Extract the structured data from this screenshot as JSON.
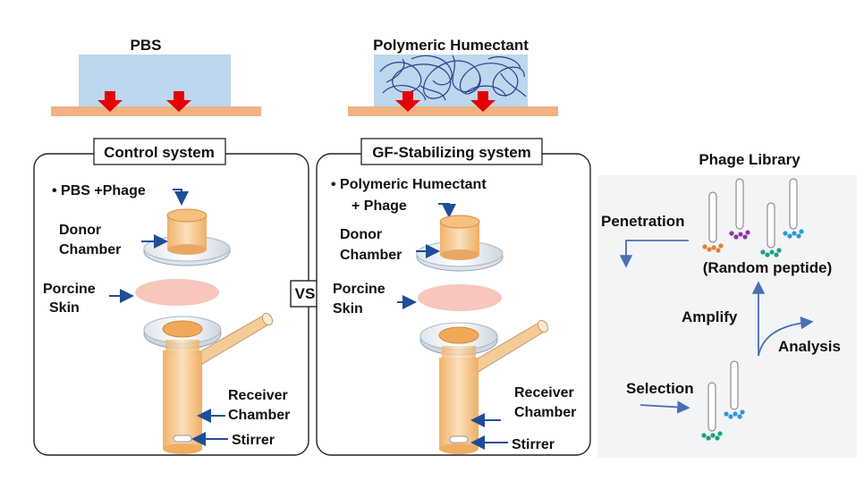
{
  "top": {
    "pbs_label": "PBS",
    "humectant_label": "Polymeric Humectant"
  },
  "control": {
    "title": "Control system",
    "bullet": "• PBS +Phage",
    "donor_line1": "Donor",
    "donor_line2": "Chamber",
    "skin_line1": "Porcine",
    "skin_line2": "Skin",
    "receiver_line1": "Receiver",
    "receiver_line2": "Chamber",
    "stirrer": "Stirrer"
  },
  "vs_label": "VS",
  "gf": {
    "title": "GF-Stabilizing system",
    "bullet_line1": "• Polymeric Humectant",
    "bullet_line2": "+ Phage",
    "donor_line1": "Donor",
    "donor_line2": "Chamber",
    "skin_line1": "Porcine",
    "skin_line2": "Skin",
    "receiver_line1": "Receiver",
    "receiver_line2": "Chamber",
    "stirrer": "Stirrer"
  },
  "phage": {
    "title": "Phage Library",
    "penetration": "Penetration",
    "random_peptide": "(Random peptide)",
    "amplify": "Amplify",
    "analysis": "Analysis",
    "selection": "Selection"
  },
  "colors": {
    "pbs_fill": "#bcd7ee",
    "skin_strip": "#f0b183",
    "red_arrow": "#e60000",
    "blue_arrow": "#1f4e99",
    "chamber": "#f3c189",
    "skin_disc": "#f7c6bd",
    "panel_bg": "#f2f4f6"
  }
}
